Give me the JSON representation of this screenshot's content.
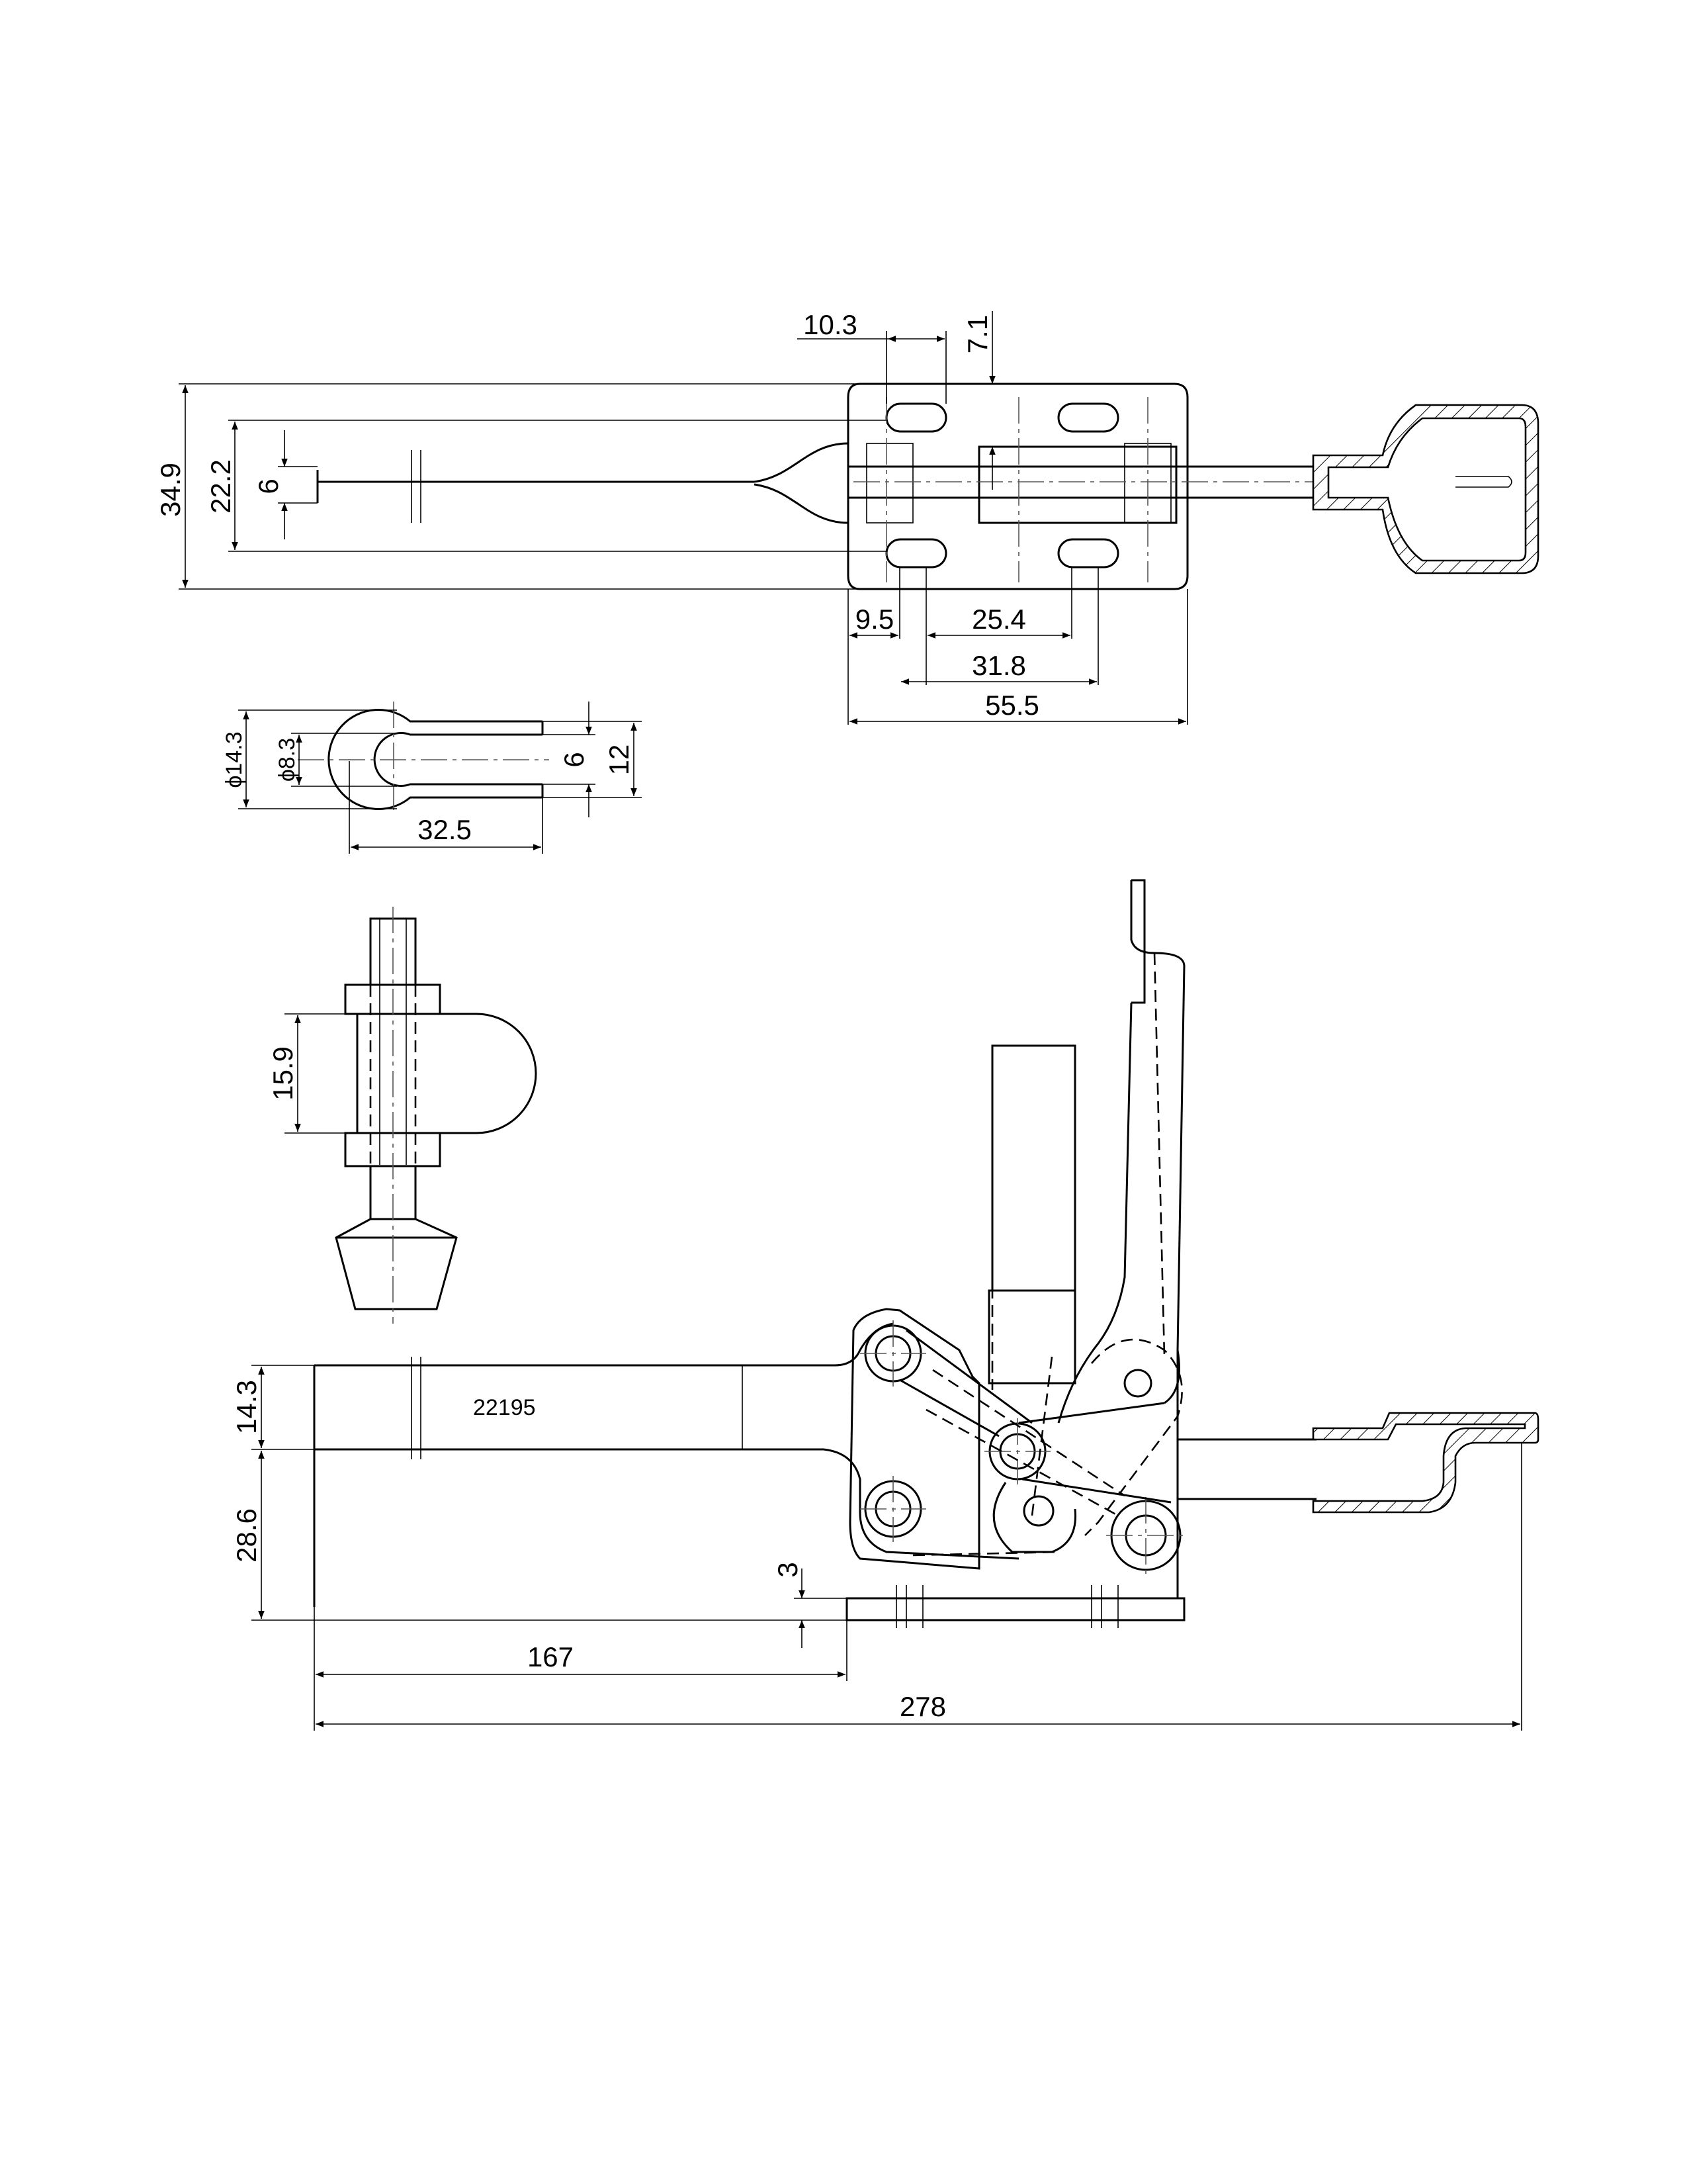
{
  "dimensions": {
    "top_view": {
      "d_10_3": "10.3",
      "d_7_1": "7.1",
      "d_34_9": "34.9",
      "d_22_2": "22.2",
      "d_6": "6",
      "d_9_5": "9.5",
      "d_25_4": "25.4",
      "d_31_8": "31.8",
      "d_55_5": "55.5"
    },
    "slot_view": {
      "d_phi14_3": "ϕ14.3",
      "d_phi8_3": "ϕ8.3",
      "d_6": "6",
      "d_12": "12",
      "d_32_5": "32.5"
    },
    "spindle_view": {
      "d_15_9": "15.9"
    },
    "side_view": {
      "d_14_3": "14.3",
      "d_28_6": "28.6",
      "d_3": "3",
      "d_167": "167",
      "d_278": "278",
      "part_number": "22195"
    }
  }
}
